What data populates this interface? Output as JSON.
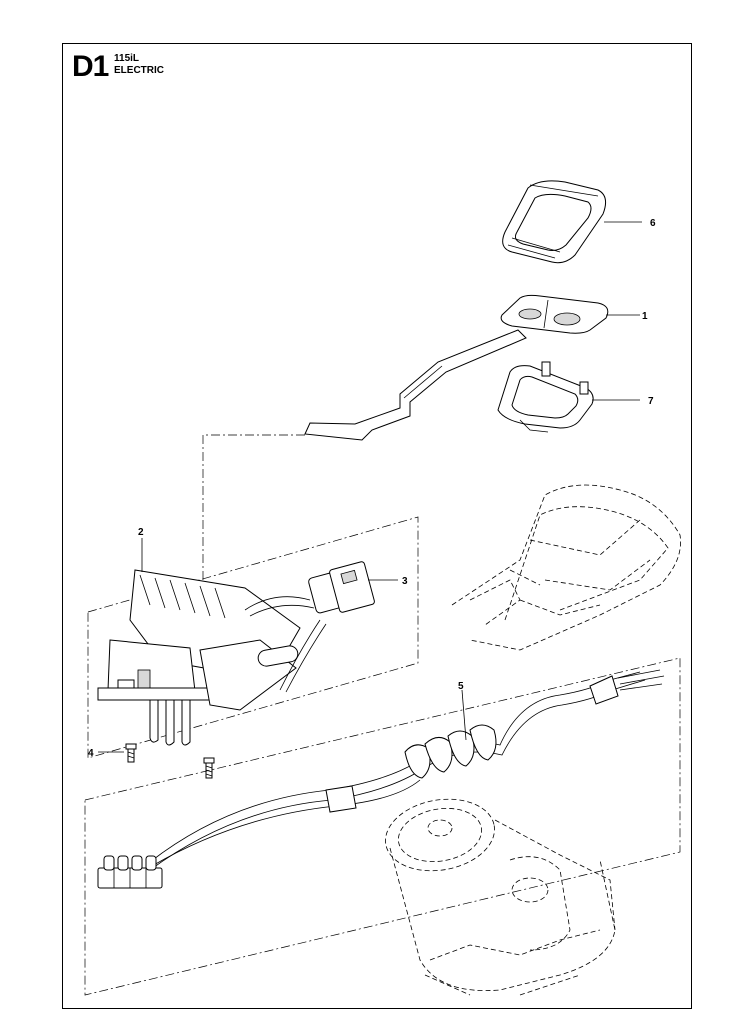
{
  "header": {
    "code": "D1",
    "model": "115iL",
    "group": "ELECTRIC"
  },
  "callouts": [
    {
      "id": "1",
      "label": "1"
    },
    {
      "id": "2",
      "label": "2"
    },
    {
      "id": "3",
      "label": "3"
    },
    {
      "id": "4",
      "label": "4"
    },
    {
      "id": "5",
      "label": "5"
    },
    {
      "id": "6",
      "label": "6"
    },
    {
      "id": "7",
      "label": "7"
    }
  ]
}
